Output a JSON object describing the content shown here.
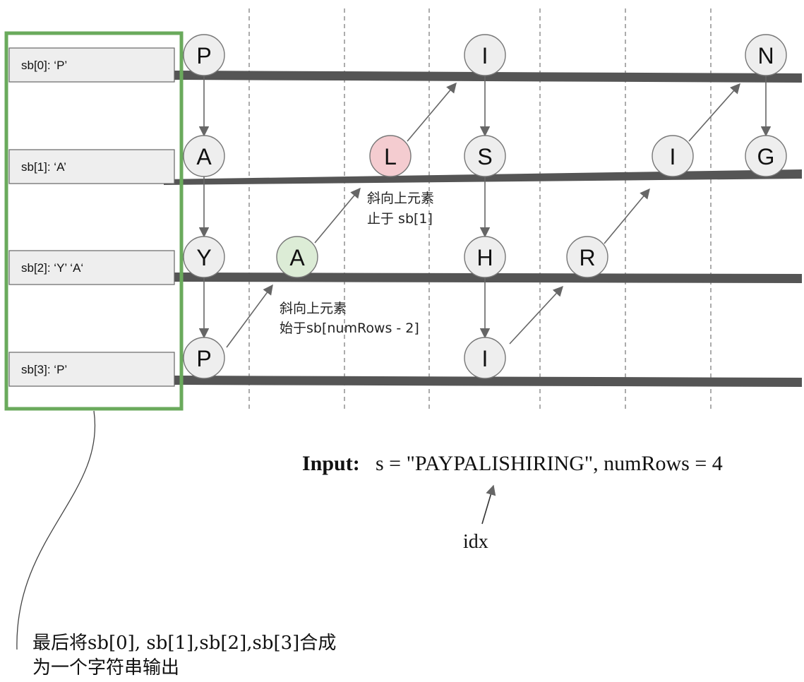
{
  "rows": [
    {
      "label": "sb[0]: ‘P’"
    },
    {
      "label": "sb[1]: ‘A’"
    },
    {
      "label": "sb[2]: ‘Y’  ‘A‘"
    },
    {
      "label": "sb[3]: ‘P’"
    }
  ],
  "nodes": [
    {
      "char": "P",
      "row": 0,
      "col": 0,
      "fill": "#eeeeee"
    },
    {
      "char": "A",
      "row": 1,
      "col": 0,
      "fill": "#eeeeee"
    },
    {
      "char": "Y",
      "row": 2,
      "col": 0,
      "fill": "#eeeeee"
    },
    {
      "char": "P",
      "row": 3,
      "col": 0,
      "fill": "#eeeeee"
    },
    {
      "char": "A",
      "row": 2,
      "col": 1,
      "fill": "#dcecd6"
    },
    {
      "char": "L",
      "row": 1,
      "col": 2,
      "fill": "#f4ccd0"
    },
    {
      "char": "I",
      "row": 0,
      "col": 3,
      "fill": "#eeeeee"
    },
    {
      "char": "S",
      "row": 1,
      "col": 3,
      "fill": "#eeeeee"
    },
    {
      "char": "H",
      "row": 2,
      "col": 3,
      "fill": "#eeeeee"
    },
    {
      "char": "I",
      "row": 3,
      "col": 3,
      "fill": "#eeeeee"
    },
    {
      "char": "R",
      "row": 2,
      "col": 4,
      "fill": "#eeeeee"
    },
    {
      "char": "I",
      "row": 1,
      "col": 5,
      "fill": "#eeeeee"
    },
    {
      "char": "N",
      "row": 0,
      "col": 6,
      "fill": "#eeeeee"
    },
    {
      "char": "G",
      "row": 1,
      "col": 6,
      "fill": "#eeeeee"
    }
  ],
  "annotations": {
    "diag_end_line1": "斜向上元素",
    "diag_end_line2": "止于 sb[1]",
    "diag_start_line1": "斜向上元素",
    "diag_start_line2": "始于sb[numRows - 2]"
  },
  "input": {
    "prefix": "Input:",
    "expr": "s = \"PAYPALISHIRING\", numRows = 4"
  },
  "idx_label": "idx",
  "bottom_note": {
    "line1": "最后将sb[0], sb[1],sb[2],sb[3]合成",
    "line2": "为一个字符串输出"
  },
  "colors": {
    "green_box": "#6aaa5c",
    "bar": "#555555",
    "arrow": "#666666",
    "node_default": "#eeeeee",
    "node_green": "#dcecd6",
    "node_pink": "#f4ccd0"
  }
}
